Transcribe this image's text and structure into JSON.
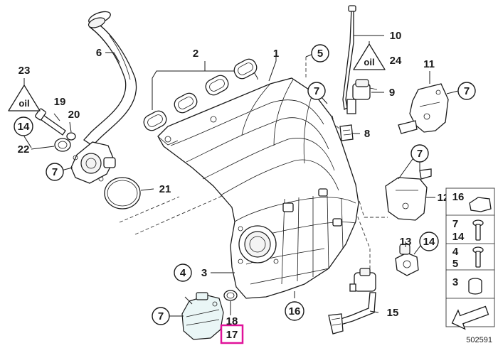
{
  "diagram": {
    "doc_number": "502591",
    "highlight_color": "#e0129a",
    "highlighted_callout": "17",
    "callouts": [
      {
        "id": "c1",
        "text": "1",
        "circled": false
      },
      {
        "id": "c2",
        "text": "2",
        "circled": false
      },
      {
        "id": "c3",
        "text": "3",
        "circled": false
      },
      {
        "id": "c4",
        "text": "4",
        "circled": true
      },
      {
        "id": "c5",
        "text": "5",
        "circled": true
      },
      {
        "id": "c6",
        "text": "6",
        "circled": false
      },
      {
        "id": "c7a",
        "text": "7",
        "circled": true
      },
      {
        "id": "c7b",
        "text": "7",
        "circled": true
      },
      {
        "id": "c7c",
        "text": "7",
        "circled": true
      },
      {
        "id": "c7d",
        "text": "7",
        "circled": true
      },
      {
        "id": "c7e",
        "text": "7",
        "circled": true
      },
      {
        "id": "c8",
        "text": "8",
        "circled": false
      },
      {
        "id": "c9",
        "text": "9",
        "circled": false
      },
      {
        "id": "c10",
        "text": "10",
        "circled": false
      },
      {
        "id": "c11",
        "text": "11",
        "circled": false
      },
      {
        "id": "c12",
        "text": "12",
        "circled": false
      },
      {
        "id": "c13",
        "text": "13",
        "circled": false
      },
      {
        "id": "c14a",
        "text": "14",
        "circled": true
      },
      {
        "id": "c14b",
        "text": "14",
        "circled": true
      },
      {
        "id": "c15",
        "text": "15",
        "circled": false
      },
      {
        "id": "c16",
        "text": "16",
        "circled": true
      },
      {
        "id": "c17",
        "text": "17",
        "circled": false
      },
      {
        "id": "c18",
        "text": "18",
        "circled": false
      },
      {
        "id": "c19",
        "text": "19",
        "circled": false
      },
      {
        "id": "c20",
        "text": "20",
        "circled": false
      },
      {
        "id": "c21",
        "text": "21",
        "circled": false
      },
      {
        "id": "c22",
        "text": "22",
        "circled": false
      },
      {
        "id": "c23",
        "text": "23",
        "circled": false
      },
      {
        "id": "c24",
        "text": "24",
        "circled": false
      }
    ],
    "side_panel": [
      "16",
      "7",
      "14",
      "4",
      "5",
      "3"
    ]
  }
}
